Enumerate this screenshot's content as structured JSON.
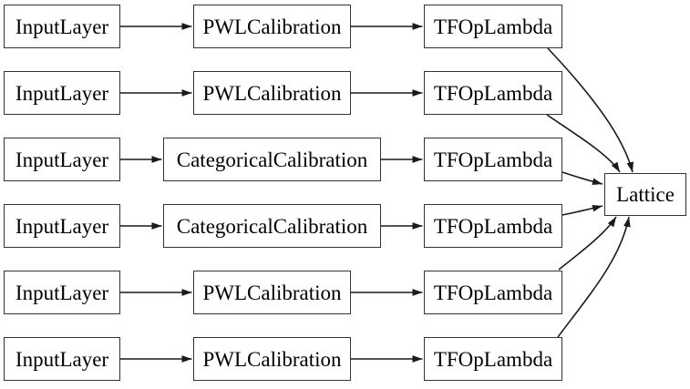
{
  "diagram": {
    "background_color": "#ffffff",
    "node_border_color": "#333333",
    "edge_color": "#1a1a1a",
    "text_color": "#000000",
    "graph": {
      "nodes": [
        {
          "id": "input_1",
          "label": "InputLayer"
        },
        {
          "id": "input_2",
          "label": "InputLayer"
        },
        {
          "id": "input_3",
          "label": "InputLayer"
        },
        {
          "id": "input_4",
          "label": "InputLayer"
        },
        {
          "id": "input_5",
          "label": "InputLayer"
        },
        {
          "id": "input_6",
          "label": "InputLayer"
        },
        {
          "id": "calib_1",
          "label": "PWLCalibration"
        },
        {
          "id": "calib_2",
          "label": "PWLCalibration"
        },
        {
          "id": "calib_3",
          "label": "CategoricalCalibration"
        },
        {
          "id": "calib_4",
          "label": "CategoricalCalibration"
        },
        {
          "id": "calib_5",
          "label": "PWLCalibration"
        },
        {
          "id": "calib_6",
          "label": "PWLCalibration"
        },
        {
          "id": "lambda_1",
          "label": "TFOpLambda"
        },
        {
          "id": "lambda_2",
          "label": "TFOpLambda"
        },
        {
          "id": "lambda_3",
          "label": "TFOpLambda"
        },
        {
          "id": "lambda_4",
          "label": "TFOpLambda"
        },
        {
          "id": "lambda_5",
          "label": "TFOpLambda"
        },
        {
          "id": "lambda_6",
          "label": "TFOpLambda"
        },
        {
          "id": "lattice",
          "label": "Lattice"
        }
      ],
      "edges": [
        [
          "input_1",
          "calib_1"
        ],
        [
          "calib_1",
          "lambda_1"
        ],
        [
          "lambda_1",
          "lattice"
        ],
        [
          "input_2",
          "calib_2"
        ],
        [
          "calib_2",
          "lambda_2"
        ],
        [
          "lambda_2",
          "lattice"
        ],
        [
          "input_3",
          "calib_3"
        ],
        [
          "calib_3",
          "lambda_3"
        ],
        [
          "lambda_3",
          "lattice"
        ],
        [
          "input_4",
          "calib_4"
        ],
        [
          "calib_4",
          "lambda_4"
        ],
        [
          "lambda_4",
          "lattice"
        ],
        [
          "input_5",
          "calib_5"
        ],
        [
          "calib_5",
          "lambda_5"
        ],
        [
          "lambda_5",
          "lattice"
        ],
        [
          "input_6",
          "calib_6"
        ],
        [
          "calib_6",
          "lambda_6"
        ],
        [
          "lambda_6",
          "lattice"
        ]
      ]
    }
  }
}
